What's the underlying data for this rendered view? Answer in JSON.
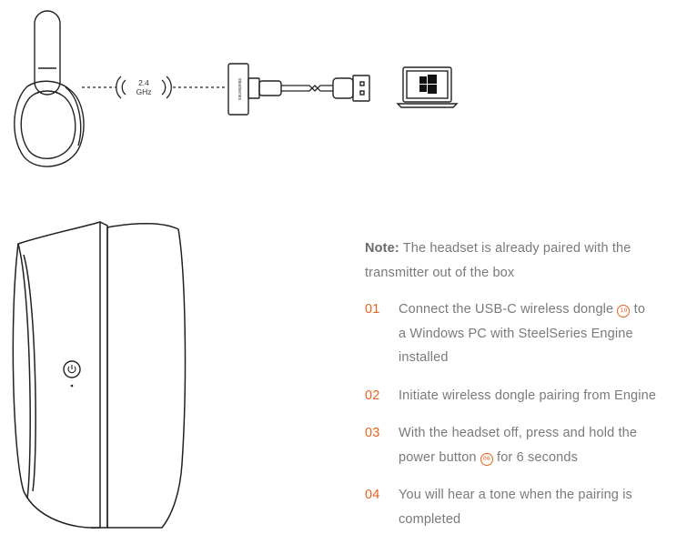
{
  "diagram": {
    "freq_top": "2.4",
    "freq_bottom": "GHz",
    "dongle_brand": "steelseries"
  },
  "note": {
    "label": "Note:",
    "line1": "The headset is already paired with the",
    "line2": "transmitter out of the box"
  },
  "steps": [
    {
      "num": "01",
      "lines": [
        "Connect the USB-C wireless dongle",
        "to",
        "a Windows PC with SteelSeries Engine",
        "installed"
      ],
      "badge": "10"
    },
    {
      "num": "02",
      "lines": [
        "Initiate wireless dongle pairing from Engine"
      ]
    },
    {
      "num": "03",
      "lines": [
        "With the headset off, press and hold the",
        "power button",
        "for 6 seconds"
      ],
      "badge": "06"
    },
    {
      "num": "04",
      "lines": [
        "You will hear a tone when the pairing is",
        "completed"
      ]
    }
  ],
  "colors": {
    "accent": "#e8631c",
    "text": "#7a7a7a",
    "line": "#222222"
  }
}
